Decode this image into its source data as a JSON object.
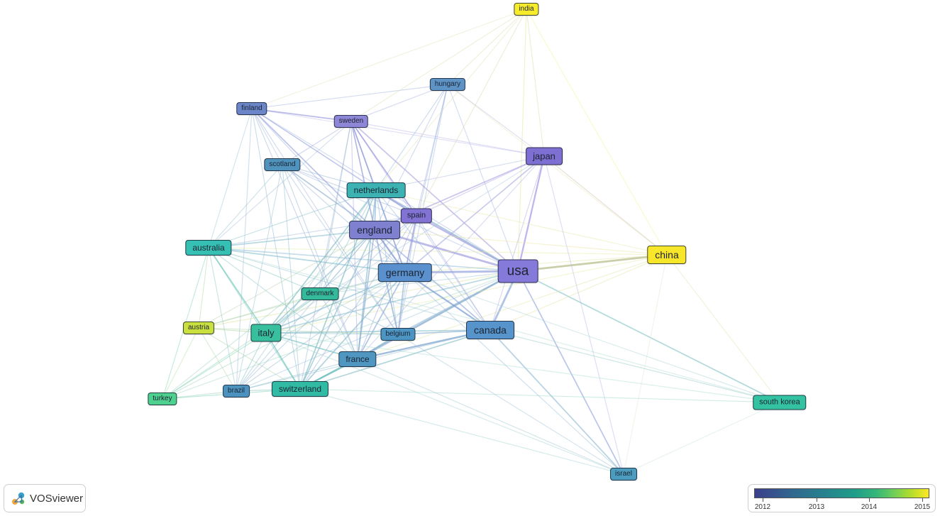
{
  "app_name": "VOSviewer",
  "legend": {
    "ticks": [
      "2012",
      "2013",
      "2014",
      "2015"
    ]
  },
  "nodes": [
    {
      "id": "india",
      "label": "india",
      "color": "#f7ec2c",
      "size": 10
    },
    {
      "id": "hungary",
      "label": "hungary",
      "color": "#5d93c5",
      "size": 10
    },
    {
      "id": "finland",
      "label": "finland",
      "color": "#6a86c8",
      "size": 10
    },
    {
      "id": "sweden",
      "label": "sweden",
      "color": "#8e86d6",
      "size": 10
    },
    {
      "id": "japan",
      "label": "japan",
      "color": "#7e6fd2",
      "size": 13
    },
    {
      "id": "scotland",
      "label": "scotland",
      "color": "#4f93bd",
      "size": 10
    },
    {
      "id": "netherlands",
      "label": "netherlands",
      "color": "#3cb2b2",
      "size": 12
    },
    {
      "id": "spain",
      "label": "spain",
      "color": "#8172d3",
      "size": 11
    },
    {
      "id": "england",
      "label": "england",
      "color": "#7f80cf",
      "size": 14
    },
    {
      "id": "australia",
      "label": "australia",
      "color": "#36c0b4",
      "size": 12
    },
    {
      "id": "china",
      "label": "china",
      "color": "#f7e62a",
      "size": 14
    },
    {
      "id": "usa",
      "label": "usa",
      "color": "#8579d9",
      "size": 19
    },
    {
      "id": "germany",
      "label": "germany",
      "color": "#5a90cd",
      "size": 14
    },
    {
      "id": "denmark",
      "label": "denmark",
      "color": "#35b99b",
      "size": 10
    },
    {
      "id": "austria",
      "label": "austria",
      "color": "#c9e03e",
      "size": 10
    },
    {
      "id": "italy",
      "label": "italy",
      "color": "#38bf9e",
      "size": 13
    },
    {
      "id": "belgium",
      "label": "belgium",
      "color": "#4c95c2",
      "size": 10
    },
    {
      "id": "canada",
      "label": "canada",
      "color": "#5794cb",
      "size": 14
    },
    {
      "id": "france",
      "label": "france",
      "color": "#4f96c0",
      "size": 12
    },
    {
      "id": "turkey",
      "label": "turkey",
      "color": "#4ed08f",
      "size": 10
    },
    {
      "id": "brazil",
      "label": "brazil",
      "color": "#4b92bf",
      "size": 10
    },
    {
      "id": "switzerland",
      "label": "switzerland",
      "color": "#32bba4",
      "size": 12
    },
    {
      "id": "south_korea",
      "label": "south korea",
      "color": "#33c3a2",
      "size": 11
    },
    {
      "id": "israel",
      "label": "israel",
      "color": "#4b9cbf",
      "size": 10
    }
  ],
  "edges": [
    [
      "usa",
      "china",
      "#b9bf8c",
      4
    ],
    [
      "usa",
      "japan",
      "#a99ce8",
      3
    ],
    [
      "usa",
      "england",
      "#a7a6e0",
      4
    ],
    [
      "usa",
      "germany",
      "#9aa7dc",
      4
    ],
    [
      "usa",
      "canada",
      "#98b0dd",
      4
    ],
    [
      "usa",
      "spain",
      "#a8a0e4",
      3
    ],
    [
      "usa",
      "netherlands",
      "#98b6d6",
      3
    ],
    [
      "usa",
      "france",
      "#8fa8d6",
      3
    ],
    [
      "usa",
      "italy",
      "#8ec3cf",
      2
    ],
    [
      "usa",
      "australia",
      "#9fc5dc",
      2
    ],
    [
      "usa",
      "switzerland",
      "#8fc4c8",
      2
    ],
    [
      "usa",
      "south_korea",
      "#7fc0c4",
      2
    ],
    [
      "usa",
      "israel",
      "#8aa0dc",
      2
    ],
    [
      "usa",
      "sweden",
      "#a99fe0",
      2
    ],
    [
      "usa",
      "belgium",
      "#92b0d8",
      2
    ],
    [
      "usa",
      "hungary",
      "#9fb2e3",
      1
    ],
    [
      "usa",
      "india",
      "#e3e08a",
      1
    ],
    [
      "usa",
      "denmark",
      "#94c2d0",
      1
    ],
    [
      "usa",
      "finland",
      "#9ab0e2",
      1
    ],
    [
      "usa",
      "scotland",
      "#9ab7dc",
      1
    ],
    [
      "usa",
      "austria",
      "#d8e090",
      1
    ],
    [
      "usa",
      "brazil",
      "#98bedc",
      1
    ],
    [
      "usa",
      "turkey",
      "#a0d8bf",
      1
    ],
    [
      "china",
      "england",
      "#e8e49a",
      1
    ],
    [
      "china",
      "germany",
      "#e2e49d",
      1
    ],
    [
      "china",
      "japan",
      "#c9b9a4",
      1
    ],
    [
      "china",
      "canada",
      "#e1e29e",
      1
    ],
    [
      "china",
      "australia",
      "#e7e89f",
      1
    ],
    [
      "china",
      "india",
      "#f3ef8a",
      1
    ],
    [
      "china",
      "israel",
      "#dfe7cb",
      1
    ],
    [
      "china",
      "south_korea",
      "#d4e8a8",
      1
    ],
    [
      "china",
      "italy",
      "#e3ea9f",
      1
    ],
    [
      "china",
      "france",
      "#e1e5a0",
      1
    ],
    [
      "china",
      "netherlands",
      "#e4e4a5",
      1
    ],
    [
      "china",
      "hungary",
      "#e6e7b5",
      1
    ],
    [
      "japan",
      "england",
      "#a59fe3",
      2
    ],
    [
      "japan",
      "germany",
      "#a6a8e0",
      2
    ],
    [
      "japan",
      "canada",
      "#a3aae0",
      1
    ],
    [
      "japan",
      "netherlands",
      "#a6b5de",
      1
    ],
    [
      "japan",
      "sweden",
      "#b3ace6",
      1
    ],
    [
      "japan",
      "hungary",
      "#b2bbe6",
      1
    ],
    [
      "japan",
      "india",
      "#d8d6a3",
      1
    ],
    [
      "japan",
      "finland",
      "#b7bdea",
      1
    ],
    [
      "japan",
      "spain",
      "#a89ae3",
      1
    ],
    [
      "japan",
      "israel",
      "#b0b8e1",
      1
    ],
    [
      "japan",
      "france",
      "#a8b1de",
      1
    ],
    [
      "japan",
      "italy",
      "#a8c6d8",
      1
    ],
    [
      "england",
      "germany",
      "#7f95d2",
      3
    ],
    [
      "england",
      "netherlands",
      "#7fa6cc",
      2
    ],
    [
      "england",
      "canada",
      "#86a4d6",
      2
    ],
    [
      "england",
      "france",
      "#82a0d0",
      2
    ],
    [
      "england",
      "italy",
      "#86b6cc",
      2
    ],
    [
      "england",
      "australia",
      "#8cbfcf",
      2
    ],
    [
      "england",
      "sweden",
      "#9a98dc",
      2
    ],
    [
      "england",
      "spain",
      "#918cdc",
      2
    ],
    [
      "england",
      "switzerland",
      "#83b8c6",
      2
    ],
    [
      "england",
      "scotland",
      "#88a8cd",
      2
    ],
    [
      "england",
      "finland",
      "#8f9ddc",
      2
    ],
    [
      "england",
      "belgium",
      "#86a6d2",
      2
    ],
    [
      "england",
      "denmark",
      "#8ab8cc",
      1
    ],
    [
      "england",
      "hungary",
      "#9eb0de",
      1
    ],
    [
      "england",
      "austria",
      "#b6d0a8",
      1
    ],
    [
      "england",
      "brazil",
      "#8fb4d0",
      1
    ],
    [
      "england",
      "turkey",
      "#99d0be",
      1
    ],
    [
      "germany",
      "netherlands",
      "#7ea6cd",
      2
    ],
    [
      "germany",
      "canada",
      "#7fa0d2",
      3
    ],
    [
      "germany",
      "france",
      "#7c9fd0",
      2
    ],
    [
      "germany",
      "italy",
      "#7fb5c9",
      2
    ],
    [
      "germany",
      "australia",
      "#86bece",
      2
    ],
    [
      "germany",
      "spain",
      "#8e8fd8",
      2
    ],
    [
      "germany",
      "sweden",
      "#9aa0dc",
      2
    ],
    [
      "germany",
      "belgium",
      "#7ea6d0",
      2
    ],
    [
      "germany",
      "switzerland",
      "#80b6c4",
      2
    ],
    [
      "germany",
      "denmark",
      "#84b8c8",
      1
    ],
    [
      "germany",
      "hungary",
      "#94acdc",
      1
    ],
    [
      "germany",
      "austria",
      "#b0cda8",
      1
    ],
    [
      "germany",
      "scotland",
      "#8cabd0",
      1
    ],
    [
      "germany",
      "finland",
      "#90a4dc",
      1
    ],
    [
      "germany",
      "brazil",
      "#8cb2cc",
      1
    ],
    [
      "germany",
      "turkey",
      "#98ccbc",
      1
    ],
    [
      "germany",
      "israel",
      "#92b8d4",
      1
    ],
    [
      "canada",
      "france",
      "#7da3d0",
      3
    ],
    [
      "canada",
      "israel",
      "#86b4d0",
      2
    ],
    [
      "canada",
      "italy",
      "#80bac8",
      2
    ],
    [
      "canada",
      "switzerland",
      "#7fbac4",
      2
    ],
    [
      "canada",
      "belgium",
      "#7ea9d0",
      2
    ],
    [
      "canada",
      "south_korea",
      "#8cc8c4",
      1
    ],
    [
      "canada",
      "australia",
      "#8cc0d0",
      1
    ],
    [
      "canada",
      "netherlands",
      "#88b0d0",
      1
    ],
    [
      "canada",
      "spain",
      "#9aa6e0",
      1
    ],
    [
      "canada",
      "sweden",
      "#a1abe0",
      1
    ],
    [
      "canada",
      "brazil",
      "#8cb8d0",
      1
    ],
    [
      "france",
      "italy",
      "#6fbcbc",
      2
    ],
    [
      "france",
      "switzerland",
      "#62baba",
      3
    ],
    [
      "france",
      "belgium",
      "#76a8cc",
      2
    ],
    [
      "france",
      "netherlands",
      "#7cb0c8",
      2
    ],
    [
      "france",
      "spain",
      "#8c98d6",
      1
    ],
    [
      "france",
      "australia",
      "#84c2c8",
      1
    ],
    [
      "france",
      "brazil",
      "#84b8c8",
      1
    ],
    [
      "france",
      "denmark",
      "#7cbac4",
      1
    ],
    [
      "france",
      "sweden",
      "#9aa2dc",
      1
    ],
    [
      "france",
      "finland",
      "#94a8d8",
      1
    ],
    [
      "france",
      "scotland",
      "#8cb0cc",
      1
    ],
    [
      "italy",
      "switzerland",
      "#5cc0b0",
      2
    ],
    [
      "italy",
      "australia",
      "#5ec4b4",
      2
    ],
    [
      "italy",
      "netherlands",
      "#72b8c0",
      2
    ],
    [
      "italy",
      "spain",
      "#8aa8d4",
      1
    ],
    [
      "italy",
      "austria",
      "#9ed08c",
      1
    ],
    [
      "italy",
      "turkey",
      "#6cd0a4",
      1
    ],
    [
      "italy",
      "brazil",
      "#6cbcbc",
      1
    ],
    [
      "italy",
      "denmark",
      "#5ebdb0",
      1
    ],
    [
      "italy",
      "belgium",
      "#70b4c4",
      1
    ],
    [
      "switzerland",
      "turkey",
      "#68cca4",
      1
    ],
    [
      "switzerland",
      "brazil",
      "#70bcbc",
      1
    ],
    [
      "switzerland",
      "netherlands",
      "#70b8bc",
      2
    ],
    [
      "switzerland",
      "south_korea",
      "#9ad8cc",
      1
    ],
    [
      "switzerland",
      "israel",
      "#9cd0d0",
      1
    ],
    [
      "switzerland",
      "australia",
      "#70c4b8",
      1
    ],
    [
      "switzerland",
      "spain",
      "#8ca8d4",
      1
    ],
    [
      "switzerland",
      "sweden",
      "#94b0d4",
      1
    ],
    [
      "switzerland",
      "finland",
      "#8cb4d0",
      1
    ],
    [
      "switzerland",
      "scotland",
      "#86bcc8",
      1
    ],
    [
      "switzerland",
      "austria",
      "#a6d4a0",
      1
    ],
    [
      "australia",
      "netherlands",
      "#7cbcc8",
      1
    ],
    [
      "australia",
      "denmark",
      "#74c4bc",
      1
    ],
    [
      "australia",
      "austria",
      "#aed4a0",
      1
    ],
    [
      "australia",
      "turkey",
      "#7cd0b0",
      1
    ],
    [
      "australia",
      "brazil",
      "#84c4c4",
      1
    ],
    [
      "australia",
      "finland",
      "#9cc4d4",
      1
    ],
    [
      "australia",
      "scotland",
      "#90c0cc",
      1
    ],
    [
      "australia",
      "spain",
      "#a0b8dc",
      1
    ],
    [
      "australia",
      "sweden",
      "#a4bcdc",
      1
    ],
    [
      "netherlands",
      "sweden",
      "#8c9ed8",
      2
    ],
    [
      "netherlands",
      "spain",
      "#8a96d8",
      2
    ],
    [
      "netherlands",
      "finland",
      "#8ca4d8",
      1
    ],
    [
      "netherlands",
      "scotland",
      "#86aed0",
      1
    ],
    [
      "netherlands",
      "belgium",
      "#7cacc8",
      1
    ],
    [
      "netherlands",
      "hungary",
      "#90b0d8",
      1
    ],
    [
      "netherlands",
      "denmark",
      "#80bac4",
      1
    ],
    [
      "netherlands",
      "brazil",
      "#88b8cc",
      1
    ],
    [
      "sweden",
      "finland",
      "#8e90d8",
      2
    ],
    [
      "sweden",
      "spain",
      "#8d86d8",
      2
    ],
    [
      "sweden",
      "hungary",
      "#9eacde",
      1
    ],
    [
      "sweden",
      "scotland",
      "#98a6d8",
      1
    ],
    [
      "sweden",
      "belgium",
      "#98a8d8",
      1
    ],
    [
      "sweden",
      "denmark",
      "#98b6cc",
      1
    ],
    [
      "spain",
      "hungary",
      "#9aa8e0",
      1
    ],
    [
      "spain",
      "finland",
      "#9a9ee0",
      1
    ],
    [
      "spain",
      "belgium",
      "#8ca4d8",
      1
    ],
    [
      "spain",
      "brazil",
      "#90aed4",
      1
    ],
    [
      "spain",
      "scotland",
      "#98a8d8",
      1
    ],
    [
      "hungary",
      "finland",
      "#a0b0e0",
      1
    ],
    [
      "hungary",
      "india",
      "#d8dca8",
      1
    ],
    [
      "hungary",
      "belgium",
      "#98b4dc",
      1
    ],
    [
      "finland",
      "scotland",
      "#a0b4dc",
      1
    ],
    [
      "finland",
      "belgium",
      "#98b0d8",
      1
    ],
    [
      "finland",
      "brazil",
      "#98b8d4",
      1
    ],
    [
      "scotland",
      "belgium",
      "#94b4d4",
      1
    ],
    [
      "scotland",
      "brazil",
      "#94bcd0",
      1
    ],
    [
      "denmark",
      "austria",
      "#9ed098",
      1
    ],
    [
      "denmark",
      "turkey",
      "#8cd0b4",
      1
    ],
    [
      "denmark",
      "belgium",
      "#88b8c8",
      1
    ],
    [
      "austria",
      "turkey",
      "#b4e0a0",
      1
    ],
    [
      "austria",
      "brazil",
      "#b0d4a8",
      1
    ],
    [
      "austria",
      "belgium",
      "#b4d0a8",
      1
    ],
    [
      "turkey",
      "brazil",
      "#8cccb4",
      1
    ],
    [
      "india",
      "sweden",
      "#dcdcb0",
      1
    ],
    [
      "india",
      "netherlands",
      "#e0e0b0",
      1
    ],
    [
      "india",
      "spain",
      "#dad4a8",
      1
    ],
    [
      "india",
      "finland",
      "#e2e2bc",
      1
    ],
    [
      "israel",
      "italy",
      "#a4d0d0",
      1
    ],
    [
      "israel",
      "france",
      "#9cc4d0",
      1
    ],
    [
      "israel",
      "belgium",
      "#a0c0d4",
      1
    ],
    [
      "israel",
      "south_korea",
      "#c8e4dc",
      1
    ],
    [
      "south_korea",
      "italy",
      "#a8dcd0",
      1
    ],
    [
      "south_korea",
      "australia",
      "#b0dcd0",
      1
    ],
    [
      "south_korea",
      "germany",
      "#a8d0d4",
      1
    ]
  ]
}
